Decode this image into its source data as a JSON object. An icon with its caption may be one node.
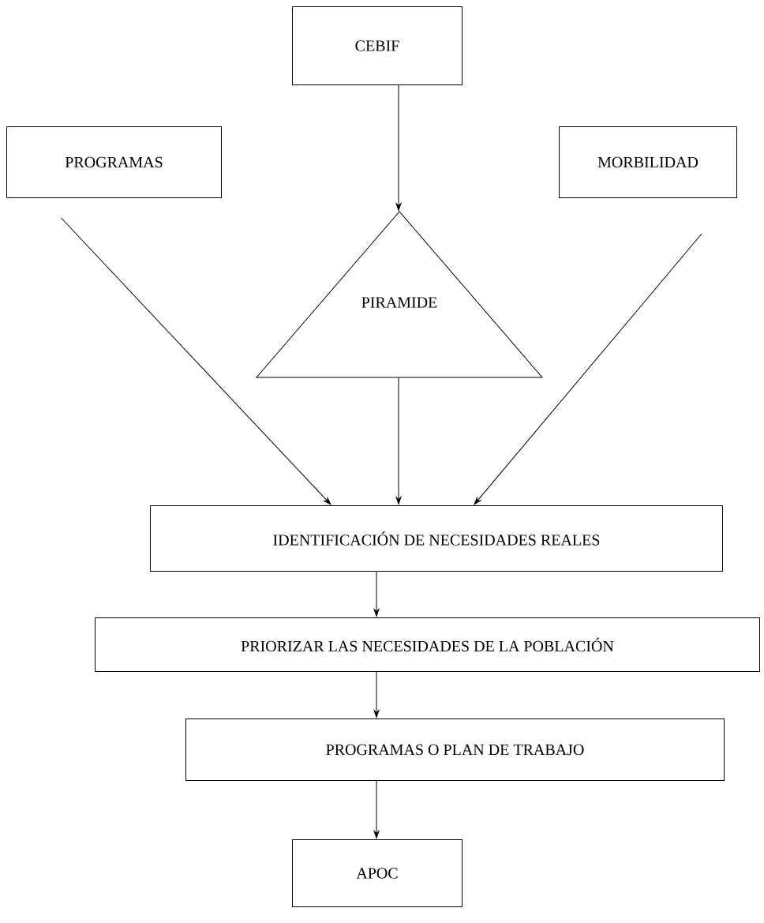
{
  "diagram": {
    "nodes": [
      {
        "text": [
          "CEBIF"
        ]
      },
      {
        "text": [
          "PROGRAMAS"
        ]
      },
      {
        "text": [
          "MORBILIDAD"
        ]
      },
      {
        "text": [
          "PIRAMIDE"
        ]
      },
      {
        "text": [
          "IDENTIFICACIÓN DE NECESIDADES REALES"
        ]
      },
      {
        "text": [
          "PRIORIZAR LAS NECESIDADES DE LA POBLACIÓN"
        ]
      },
      {
        "text": [
          "PROGRAMAS O PLAN DE TRABAJO"
        ]
      },
      {
        "text": [
          "APOC"
        ]
      }
    ],
    "edges": [
      {
        "from": 0,
        "to": 3,
        "arrow": "to"
      },
      {
        "from": 1,
        "to": 4,
        "arrow": "to"
      },
      {
        "from": 3,
        "to": 4,
        "arrow": "to"
      },
      {
        "from": 2,
        "to": 4,
        "arrow": "to"
      },
      {
        "from": 4,
        "to": 5,
        "arrow": "to"
      },
      {
        "from": 5,
        "to": 6,
        "arrow": "to"
      },
      {
        "from": 6,
        "to": 7,
        "arrow": "to"
      }
    ]
  }
}
